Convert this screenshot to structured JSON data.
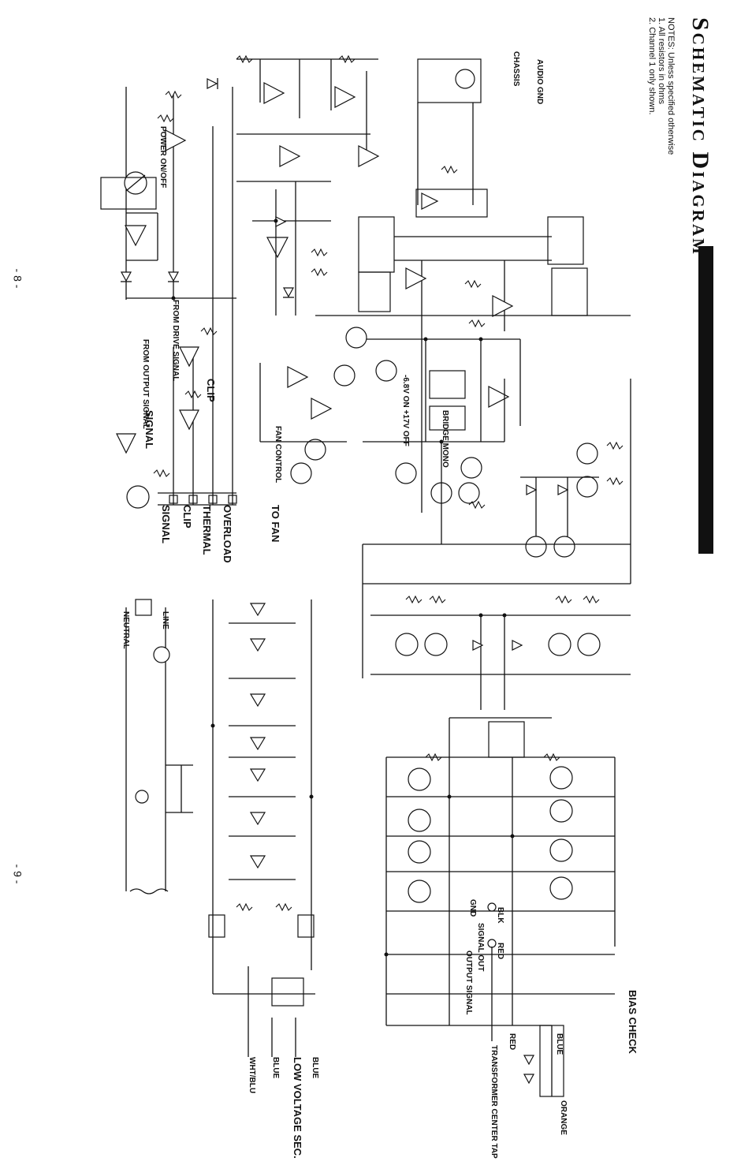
{
  "title": "Schematic Diagram",
  "notes": {
    "heading": "NOTES: Unless specified otherwise",
    "items": [
      "1. All resistors in ohms",
      "2. Channel 1 only shown."
    ]
  },
  "page_numbers": [
    "- 8 -",
    "- 9 -"
  ],
  "labels": {
    "overload": "OVERLOAD",
    "thermal": "THERMAL",
    "clip": "CLIP",
    "signal": "SIGNAL",
    "to_fan": "TO FAN",
    "power_onoff": "POWER ON/OFF",
    "clip_mid": "CLIP",
    "signal_mid": "SIGNAL",
    "from_output_signal": "FROM OUTPUT SIGNAL",
    "from_drive_signal": "FROM DRIVE SIGNAL",
    "fan_control": "FAN CONTROL",
    "audio_gnd": "AUDIO GND",
    "chassis": "CHASSIS",
    "bias_check": "BIAS CHECK",
    "blk": "BLK",
    "red": "RED",
    "gnd": "GND",
    "signal_out": "SIGNAL OUT",
    "output_signal": "OUTPUT SIGNAL",
    "blue": "BLUE",
    "transformer_center_tap": "TRANSFORMER CENTER TAP",
    "low_voltage_sec": "LOW VOLTAGE SEC.",
    "blue_a": "BLUE",
    "blue_b": "BLUE",
    "wht_blu": "WHT/BLU",
    "red_b": "RED",
    "orange": "ORANGE",
    "line": "LINE",
    "neutral": "NEUTRAL",
    "bridge_mono": "BRIDGE MONO",
    "voltage_note": "-6.8V ON +17V OFF"
  },
  "colors": {
    "ink": "#111111",
    "paper": "#ffffff"
  }
}
